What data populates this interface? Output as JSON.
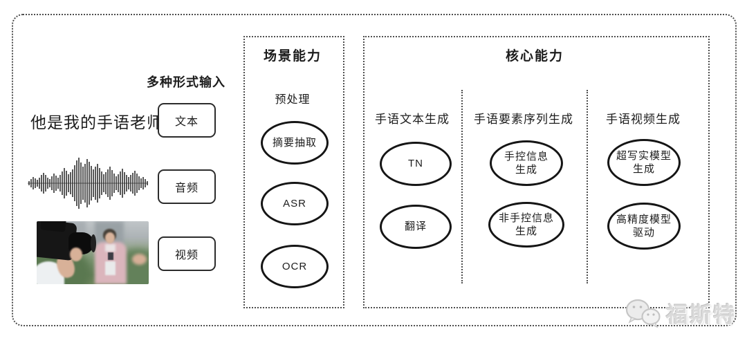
{
  "input_section": {
    "heading": "多种形式输入",
    "sample_text": "他是我的手语老师",
    "text_label": "文本",
    "audio_label": "音频",
    "video_label": "视频",
    "icons": [
      "waveform-icon",
      "video-still-image"
    ]
  },
  "scene_box": {
    "title": "场景能力",
    "stage_label": "预处理",
    "nodes": [
      "摘要抽取",
      "ASR",
      "OCR"
    ]
  },
  "core_box": {
    "title": "核心能力",
    "columns": [
      {
        "header": "手语文本生成",
        "nodes": [
          "TN",
          "翻译"
        ]
      },
      {
        "header": "手语要素序列生成",
        "nodes": [
          "手控信息\n生成",
          "非手控信息\n生成"
        ]
      },
      {
        "header": "手语视频生成",
        "nodes": [
          "超写实模型\n生成",
          "高精度模型\n驱动"
        ]
      }
    ]
  },
  "watermark": {
    "label": "福斯特",
    "icon": "wechat-logo-icon"
  },
  "colors": {
    "line": "#4d4d4d",
    "node_stroke": "#151515",
    "watermark_gray": "#dadada",
    "background": "#ffffff"
  }
}
